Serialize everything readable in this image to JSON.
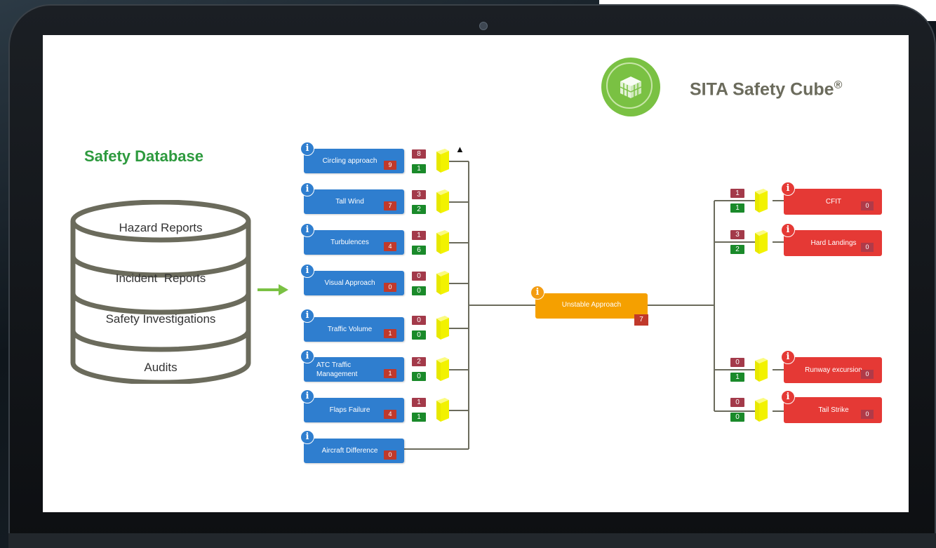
{
  "brand": {
    "title": "SITA Safety Cube",
    "registered": "®",
    "logo_icon": "cube-icon",
    "logo_color": "#7ac143"
  },
  "database": {
    "title": "Safety Database",
    "title_color": "#2d9a3e",
    "layers": [
      "Hazard Reports",
      "Incident  Reports",
      "Safety Investigations",
      "Audits"
    ]
  },
  "causes": [
    {
      "label": "Circling approach",
      "count": "9",
      "red": "8",
      "green": "1",
      "warning": true
    },
    {
      "label": "Tall Wind",
      "count": "7",
      "red": "3",
      "green": "2",
      "warning": false
    },
    {
      "label": "Turbulences",
      "count": "4",
      "red": "1",
      "green": "6",
      "warning": false
    },
    {
      "label": "Visual Approach",
      "count": "0",
      "red": "0",
      "green": "0",
      "warning": false
    },
    {
      "label": "Traffic Volume",
      "count": "1",
      "red": "0",
      "green": "0",
      "warning": false
    },
    {
      "label": "ATC Traffic Management",
      "count": "1",
      "red": "2",
      "green": "0",
      "warning": false
    },
    {
      "label": "Flaps Failure",
      "count": "4",
      "red": "1",
      "green": "1",
      "warning": false
    },
    {
      "label": "Aircraft Difference",
      "count": "0",
      "red": null,
      "green": null,
      "warning": false
    }
  ],
  "top_event": {
    "label": "Unstable Approach",
    "count": "7",
    "color": "#f5a000"
  },
  "consequences": [
    {
      "label": "CFIT",
      "count": "0",
      "red": "1",
      "green": "1"
    },
    {
      "label": "Hard Landings",
      "count": "0",
      "red": "3",
      "green": "2"
    },
    {
      "label": "Runway excursion",
      "count": "0",
      "red": "0",
      "green": "1"
    },
    {
      "label": "Tail Strike",
      "count": "0",
      "red": "0",
      "green": "0"
    }
  ],
  "icons": {
    "info": "info-icon",
    "barrier": "barrier-icon",
    "warning": "warning-icon",
    "arrow": "arrow-right-icon"
  },
  "colors": {
    "cause": "#2f7ecf",
    "consequence": "#e53935",
    "barrier": "#f2f200",
    "badge_red": "#a33a4a",
    "badge_green": "#1a8a2a"
  }
}
